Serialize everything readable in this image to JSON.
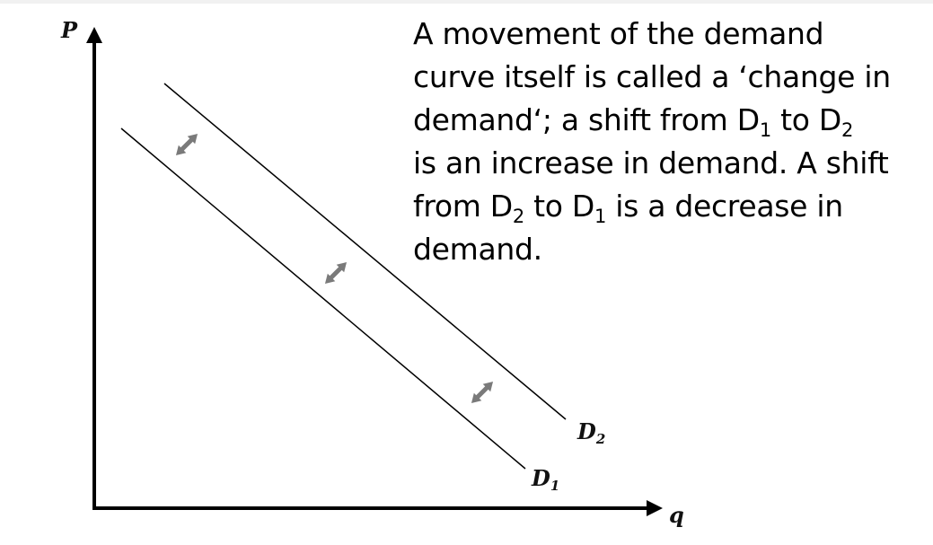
{
  "axes": {
    "y_label": "P",
    "x_label": "q"
  },
  "curves": [
    {
      "id": "D1",
      "label_main": "D",
      "label_sub": "1"
    },
    {
      "id": "D2",
      "label_main": "D",
      "label_sub": "2"
    }
  ],
  "shift_arrows": {
    "count": 3,
    "color": "#7a7a7a",
    "direction": "double-headed"
  },
  "explanation": {
    "line1": "A movement of the demand",
    "line2": "curve itself is called a ‘change in",
    "line3_a": "demand‘; a shift from D",
    "line3_sub1": "1",
    "line3_b": " to D",
    "line3_sub2": "2",
    "line4": "is an increase in demand. A shift",
    "line5_a": "from D",
    "line5_sub1": "2",
    "line5_b": " to D",
    "line5_sub2": "1",
    "line5_c": " is a decrease in",
    "line6": "demand."
  }
}
